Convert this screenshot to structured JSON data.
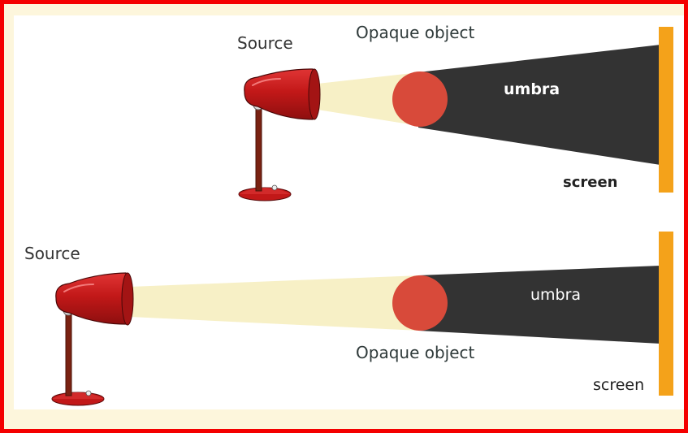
{
  "colors": {
    "border": "#f40000",
    "background": "#fdf6dc",
    "panel": "#ffffff",
    "light_beam": "#f7f0c6",
    "umbra": "#333333",
    "object": "#d84a3a",
    "screen": "#f4a21a",
    "lamp": "#c91c1c"
  },
  "top_diagram": {
    "source_label": "Source",
    "object_label": "Opaque object",
    "umbra_label": "umbra",
    "screen_label": "screen"
  },
  "bottom_diagram": {
    "source_label": "Source",
    "object_label": "Opaque object",
    "umbra_label": "umbra",
    "screen_label": "screen"
  }
}
